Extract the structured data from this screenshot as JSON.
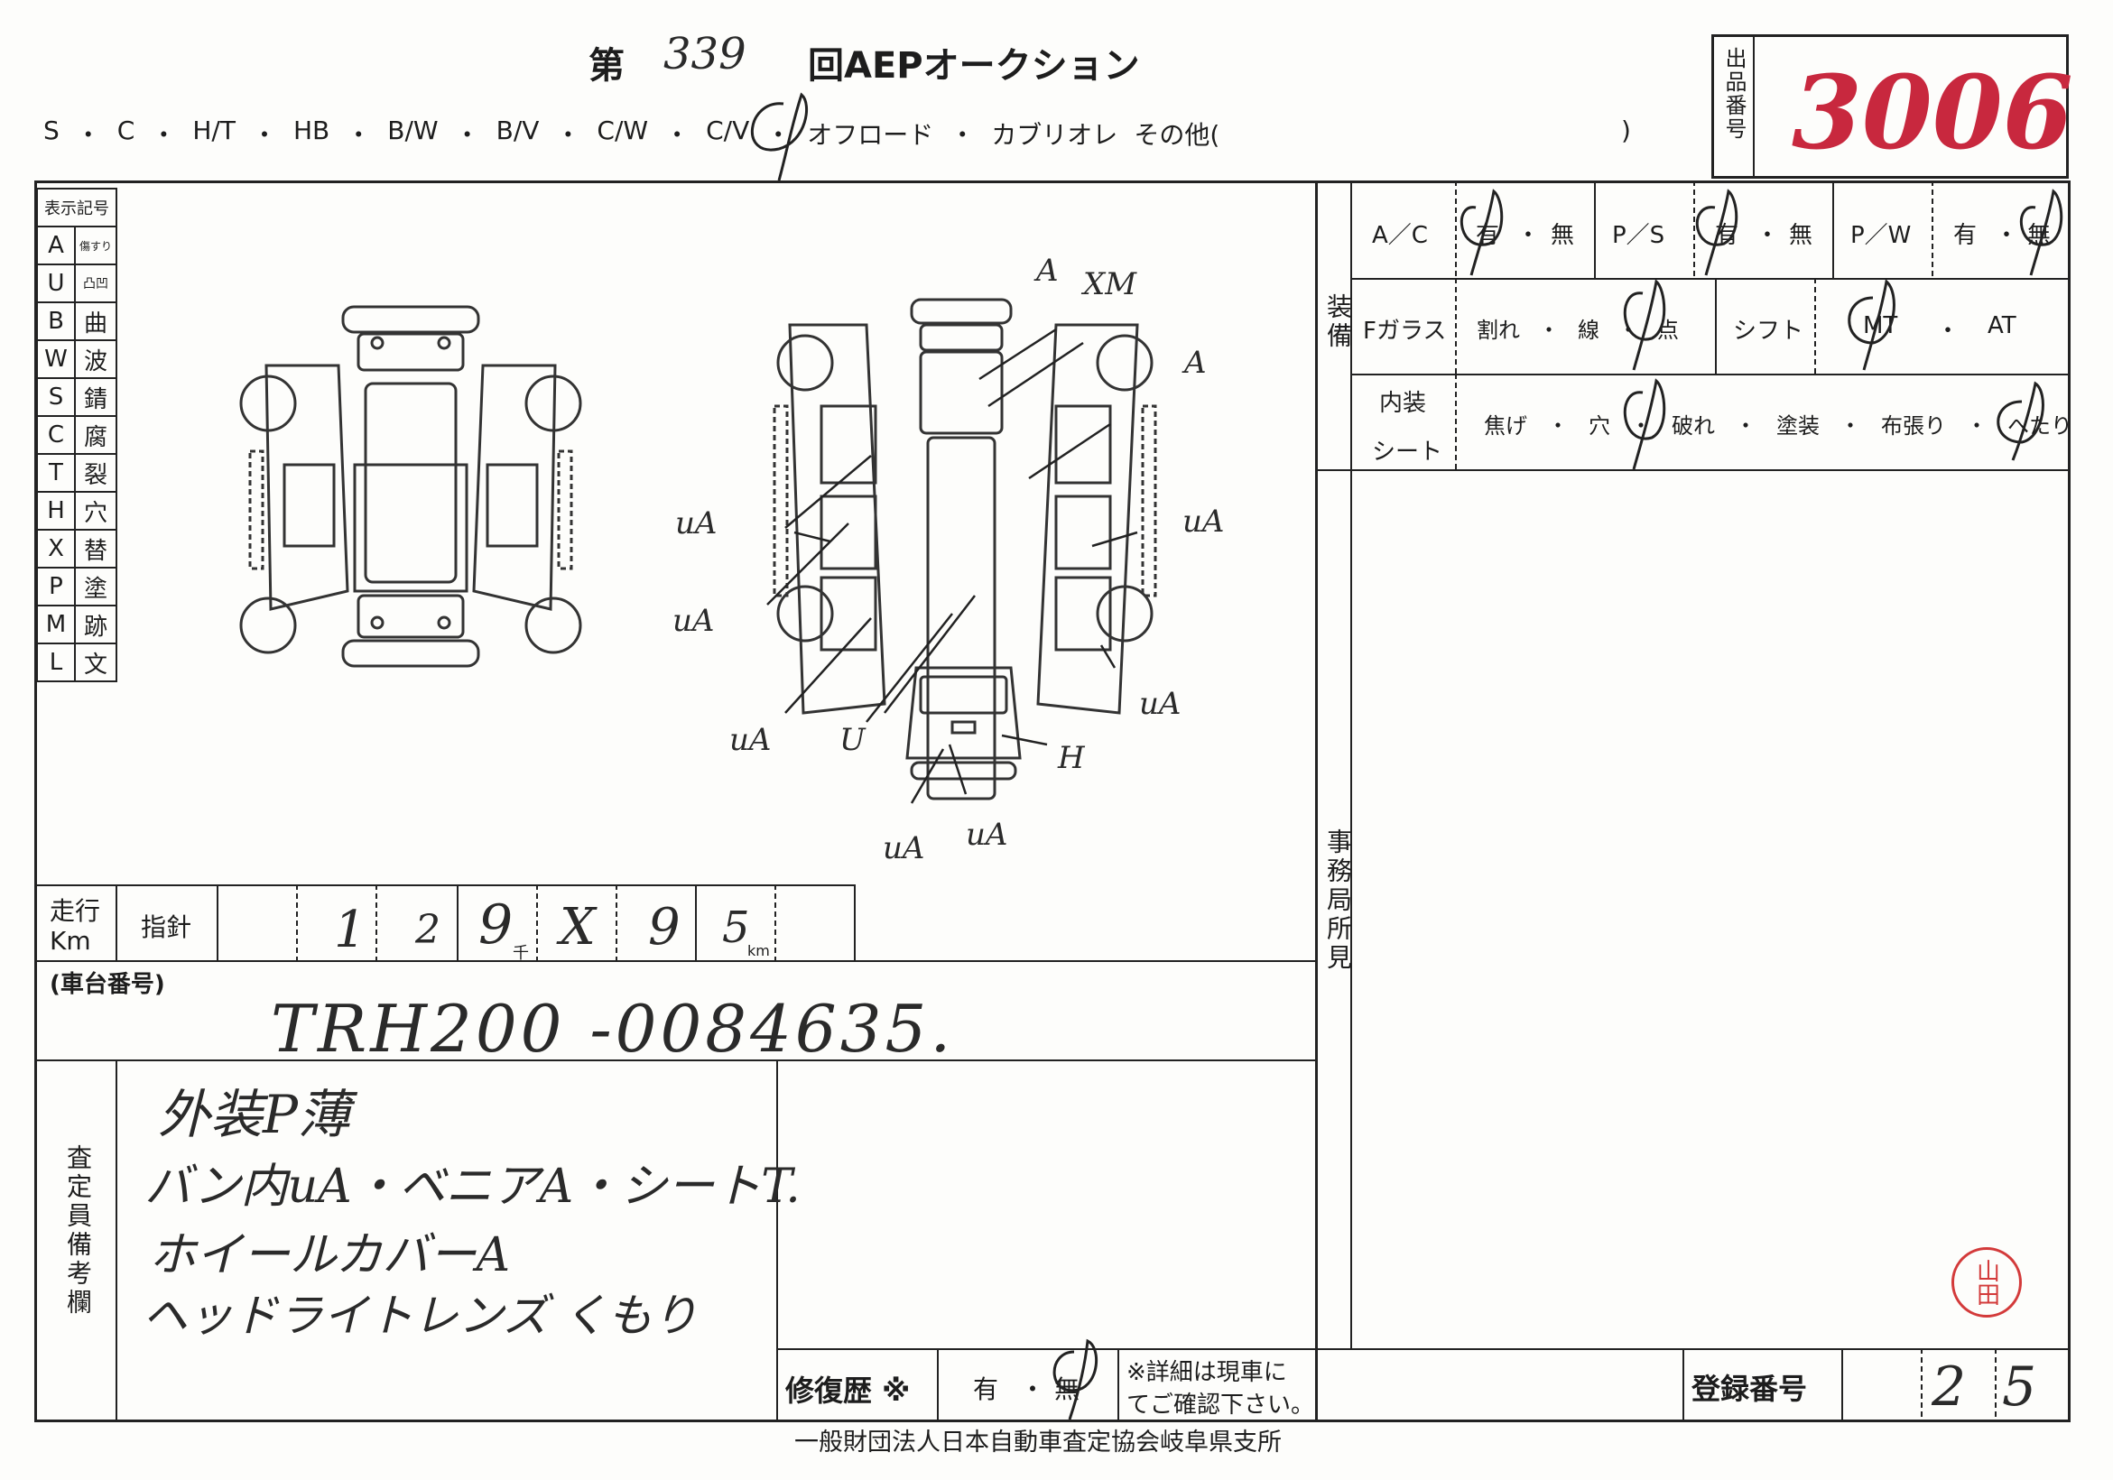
{
  "header": {
    "title_prefix": "第",
    "session_number": "339",
    "title_suffix": "回AEPオークション",
    "body_types": [
      "S",
      "・",
      "C",
      "・",
      "H/T",
      "・",
      "HB",
      "・",
      "B/W",
      "・",
      "B/V",
      "・",
      "C/W",
      "・",
      "C/V",
      "・",
      "オフロード",
      "・",
      "カブリオレ",
      "その他(",
      ")"
    ],
    "lot_label": "出品番号",
    "lot_number": "3006"
  },
  "legend": {
    "title": "表示記号",
    "items": [
      {
        "code": "A",
        "meaning": "傷すり"
      },
      {
        "code": "U",
        "meaning": "凸凹"
      },
      {
        "code": "B",
        "meaning": "曲"
      },
      {
        "code": "W",
        "meaning": "波"
      },
      {
        "code": "S",
        "meaning": "錆"
      },
      {
        "code": "C",
        "meaning": "腐"
      },
      {
        "code": "T",
        "meaning": "裂"
      },
      {
        "code": "H",
        "meaning": "穴"
      },
      {
        "code": "X",
        "meaning": "替"
      },
      {
        "code": "P",
        "meaning": "塗"
      },
      {
        "code": "M",
        "meaning": "跡"
      },
      {
        "code": "L",
        "meaning": "文"
      }
    ]
  },
  "damage_marks": [
    "A",
    "XM",
    "A",
    "uA",
    "uA",
    "uA",
    "uA",
    "U",
    "uA",
    "H",
    "uA",
    "uA"
  ],
  "equipment": {
    "section_label": "装備",
    "ac_label": "A／C",
    "ps_label": "P／S",
    "pw_label": "P／W",
    "yes": "有",
    "no": "無",
    "dot": "・",
    "fglass_label": "Fガラス",
    "fglass_options": [
      "割れ",
      "・",
      "線",
      "・",
      "点"
    ],
    "shift_label": "シフト",
    "shift_options": [
      "MT",
      "・",
      "AT"
    ],
    "interior_label_1": "内装",
    "interior_label_2": "シート",
    "interior_options": [
      "焦げ",
      "・",
      "穴",
      "・",
      "破れ",
      "・",
      "塗装",
      "・",
      "布張り",
      "・",
      "へたり"
    ]
  },
  "office_label": "事務局所見",
  "mileage": {
    "label_1": "走行",
    "label_2": "Km",
    "meter_label": "指針",
    "digits": [
      "1",
      "2",
      "9",
      "X",
      "9",
      "5"
    ],
    "thousand_unit": "千",
    "km_unit": "km"
  },
  "chassis": {
    "label": "(車台番号)",
    "value": "TRH200 -0084635."
  },
  "remarks": {
    "label": "査定員備考欄",
    "lines": [
      "外装P薄",
      "バン内uA・ベニアA・シートT.",
      "ホイールカバーA",
      "ヘッドライトレンズ くもり"
    ]
  },
  "repair_history": {
    "label": "修復歴 ※",
    "yes": "有",
    "dot": "・",
    "no": "無",
    "note_1": "※詳細は現車に",
    "note_2": "てご確認下さい。"
  },
  "registration": {
    "label": "登録番号",
    "value_1": "2",
    "value_2": "5"
  },
  "stamp_text": "山田",
  "footer": "一般財団法人日本自動車査定協会岐阜県支所"
}
